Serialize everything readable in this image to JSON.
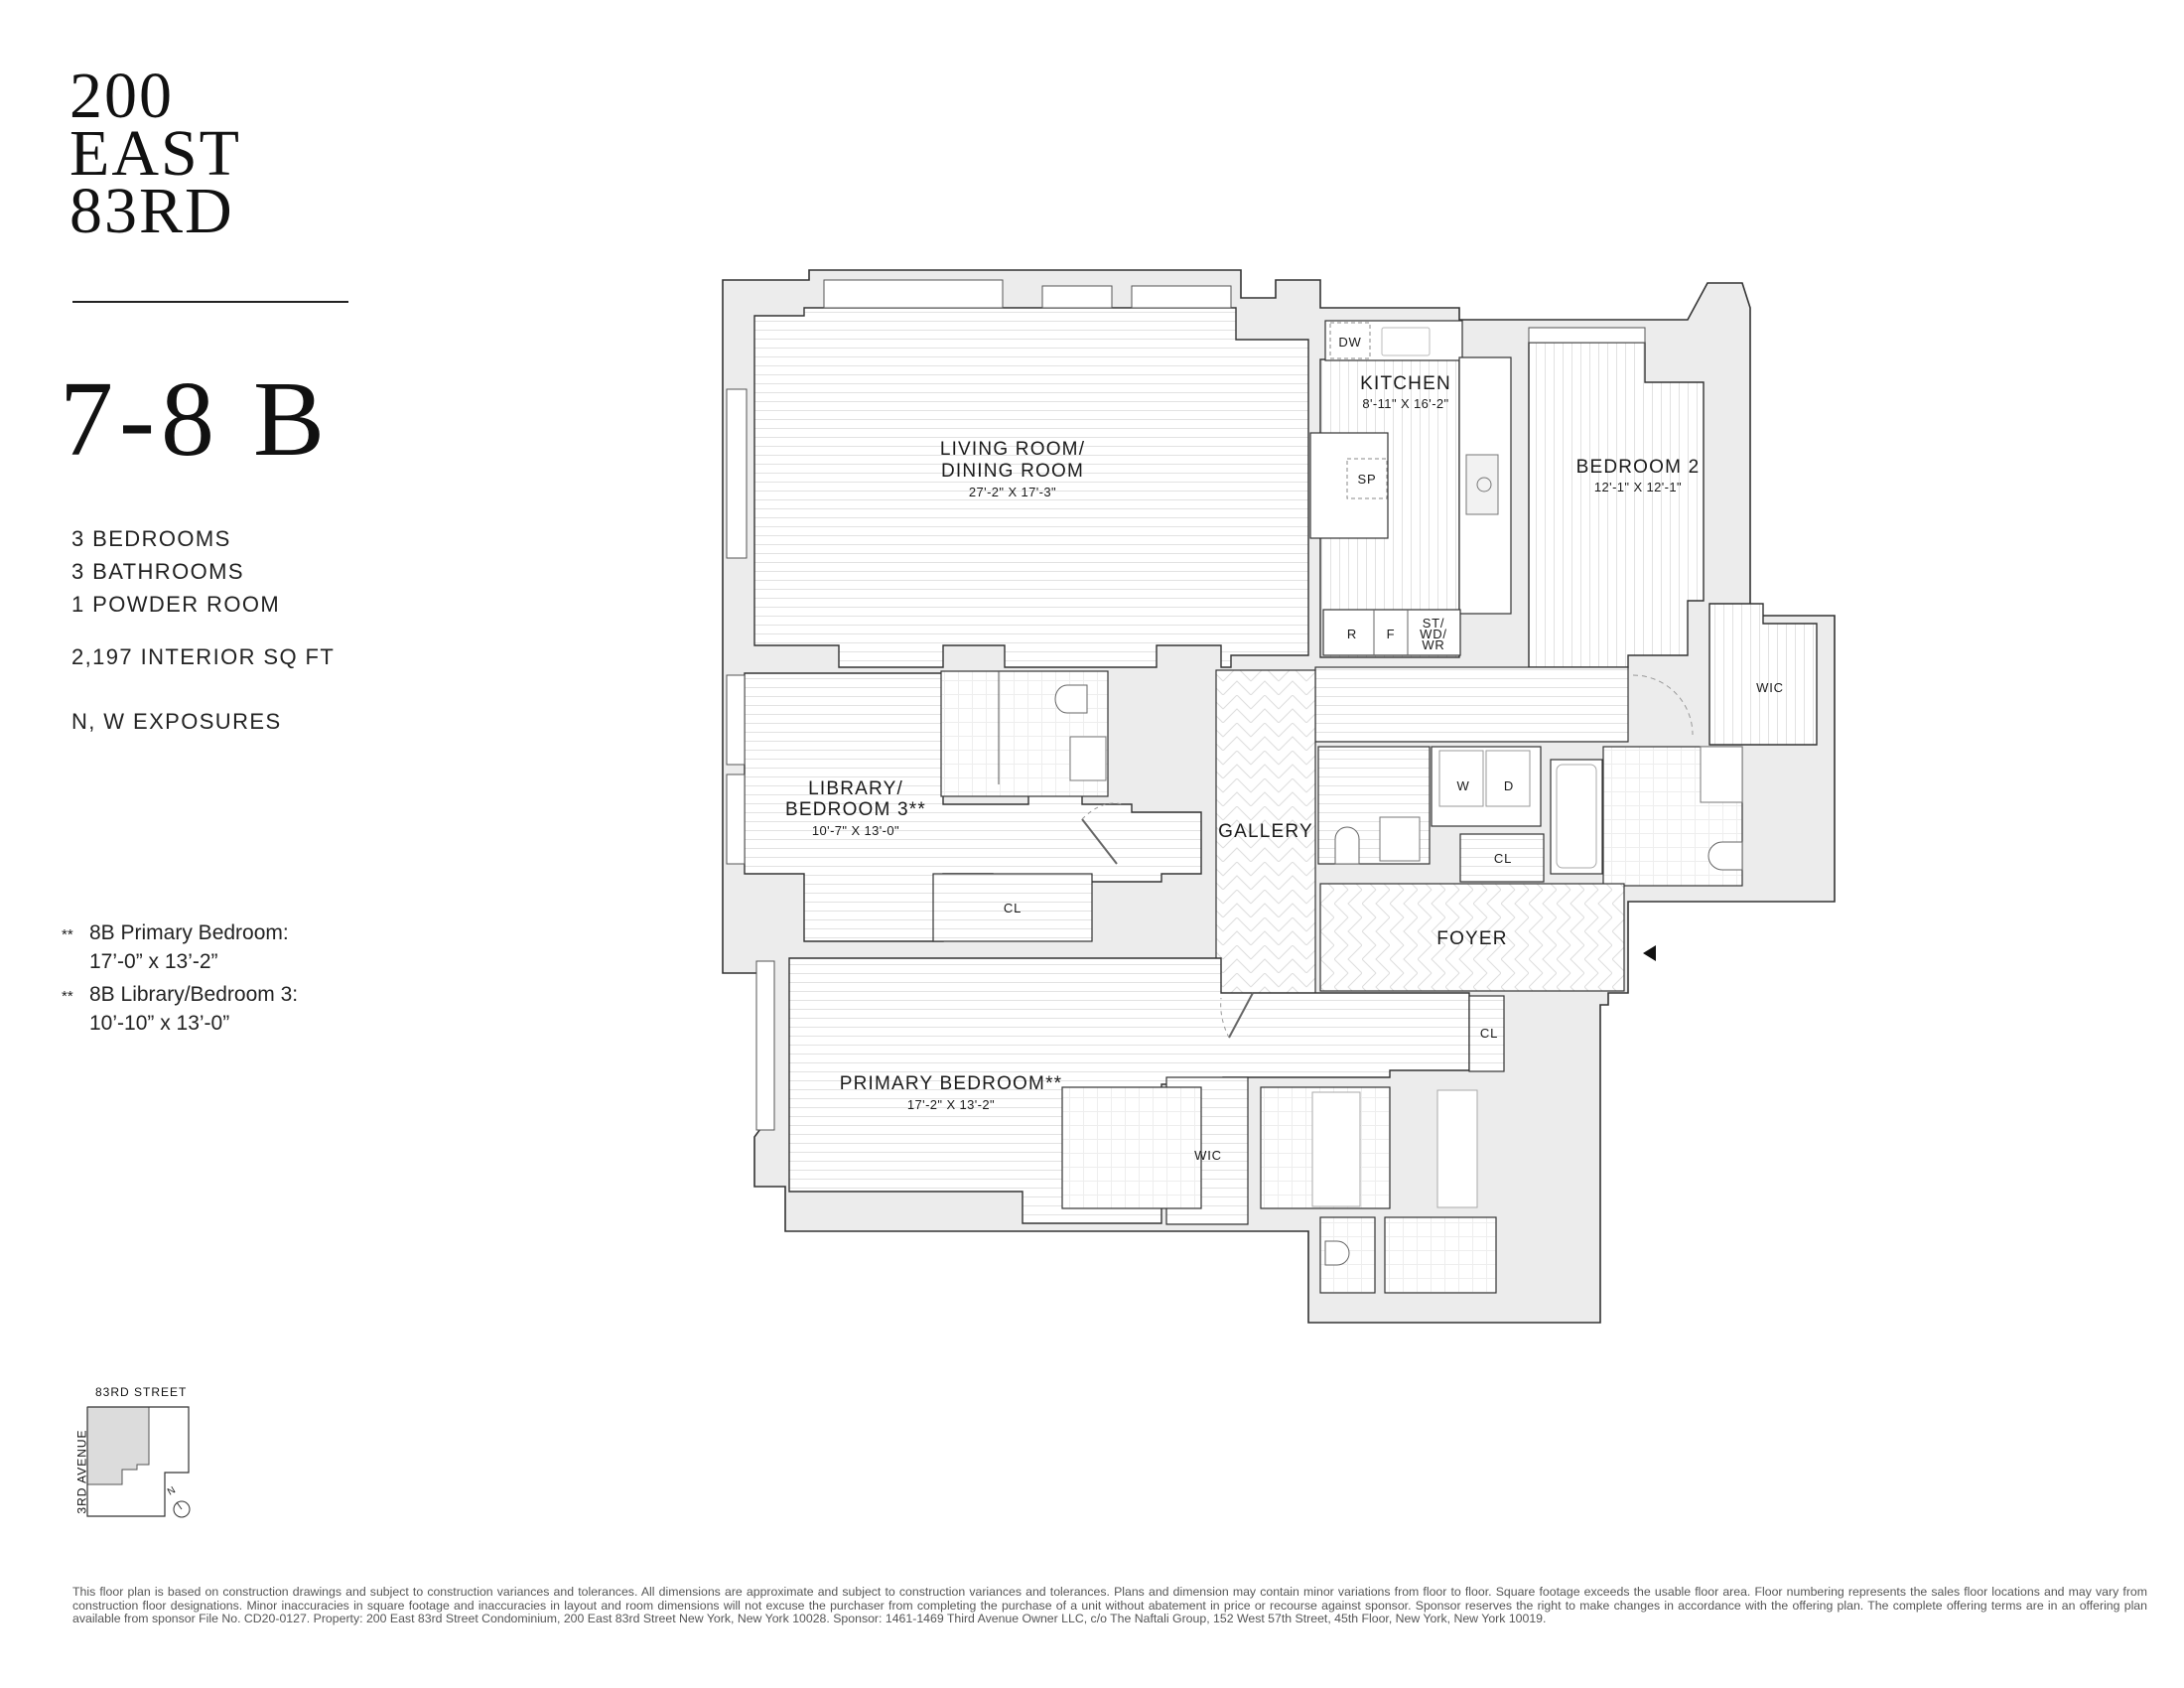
{
  "brand": {
    "line1": "200",
    "line2": "EAST",
    "line3": "83RD"
  },
  "unit": {
    "name": "7-8 B",
    "specs": {
      "bedrooms": "3 BEDROOMS",
      "bathrooms": "3 BATHROOMS",
      "powder": "1 POWDER ROOM",
      "area": "2,197 INTERIOR SQ FT",
      "exposures": "N, W EXPOSURES"
    }
  },
  "footnotes": [
    {
      "marker": "**",
      "title": "8B Primary Bedroom:",
      "dims": "17’-0” x 13’-2”"
    },
    {
      "marker": "**",
      "title": "8B Library/Bedroom 3:",
      "dims": "10’-10” x 13’-0”"
    }
  ],
  "rooms": {
    "living": {
      "line1": "LIVING ROOM/",
      "line2": "DINING ROOM",
      "dims": "27'-2\" X 17'-3\""
    },
    "kitchen": {
      "name": "KITCHEN",
      "dims": "8'-11\" X 16'-2\""
    },
    "bedroom2": {
      "name": "BEDROOM 2",
      "dims": "12'-1\" X 12'-1\""
    },
    "library": {
      "line1": "LIBRARY/",
      "line2": "BEDROOM 3**",
      "dims": "10'-7\" X 13'-0\""
    },
    "primary": {
      "name": "PRIMARY BEDROOM**",
      "dims": "17'-2\" X 13'-2\""
    },
    "gallery": {
      "name": "GALLERY"
    },
    "foyer": {
      "name": "FOYER"
    },
    "wic_bed2": {
      "name": "WIC"
    },
    "wic_primary": {
      "name": "WIC"
    },
    "cl_library": {
      "name": "CL"
    },
    "cl_hall": {
      "name": "CL"
    },
    "cl_primary": {
      "name": "CL"
    }
  },
  "appliances": {
    "dw": "DW",
    "sp": "SP",
    "r": "R",
    "f": "F",
    "st1": "ST/",
    "st2": "WD/",
    "st3": "WR",
    "w": "W",
    "d": "D"
  },
  "keymap": {
    "street": "83RD STREET",
    "avenue": "3RD AVENUE",
    "north": "N"
  },
  "colors": {
    "wall_fill": "#ececec",
    "wall_stroke": "#333333",
    "floor_line": "#dedede",
    "text": "#1a1a1a",
    "building_fill": "#dcdcdc"
  },
  "disclaimer": "This floor plan is based on construction drawings and subject to construction variances and tolerances.  All dimensions are approximate and subject to construction variances and tolerances. Plans and dimension may contain minor variations from floor to floor.  Square footage exceeds the usable floor area.  Floor numbering represents the sales floor locations and may vary from construction floor designations. Minor inaccuracies in square footage and inaccuracies in layout and room dimensions will not excuse the purchaser from completing the purchase of a unit without abatement in price or recourse against sponsor.  Sponsor reserves the right to make changes in accordance with the offering plan. The complete offering terms are in an offering plan available from sponsor File No. CD20-0127. Property: 200 East 83rd Street Condominium,  200 East 83rd Street New York, New York 10028.  Sponsor: 1461-1469 Third Avenue Owner LLC, c/o The Naftali Group, 152 West 57th Street, 45th Floor, New York, New York 10019."
}
